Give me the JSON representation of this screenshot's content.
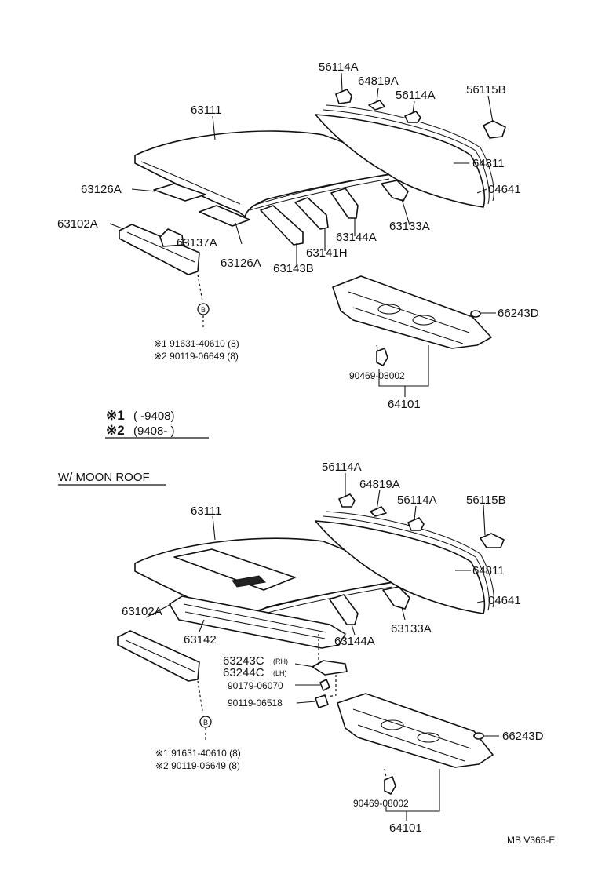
{
  "top": {
    "labels": {
      "p56114a_1": "56114A",
      "p64819a": "64819A",
      "p56114a_2": "56114A",
      "p56115b": "56115B",
      "p63111": "63111",
      "p64811": "64811",
      "p04641": "04641",
      "p63126a_1": "63126A",
      "p63102a": "63102A",
      "p63137a": "63137A",
      "p63126a_2": "63126A",
      "p63143b": "63143B",
      "p63141h": "63141H",
      "p63144a": "63144A",
      "p63133a": "63133A",
      "p66243d": "66243D",
      "p90469": "90469-08002",
      "p64101": "64101",
      "b_marker": "B"
    },
    "notes": {
      "n1": "※1 91631-40610 (8)",
      "n2": "※2 90119-06649 (8)"
    }
  },
  "legend": {
    "row1_mark": "※1",
    "row1_text": "(      -9408)",
    "row2_mark": "※2",
    "row2_text": "(9408-       )"
  },
  "bottom": {
    "heading": "W/ MOON  ROOF",
    "labels": {
      "p56114a_1": "56114A",
      "p64819a": "64819A",
      "p56114a_2": "56114A",
      "p56115b": "56115B",
      "p63111": "63111",
      "p64811": "64811",
      "p04641": "04641",
      "p63102a": "63102A",
      "p63142": "63142",
      "p63144a": "63144A",
      "p63133a": "63133A",
      "p63243c": "63243C",
      "p63243c_side": "(RH)",
      "p63244c": "63244C",
      "p63244c_side": "(LH)",
      "p90179": "90179-06070",
      "p90119": "90119-06518",
      "p66243d": "66243D",
      "p90469": "90469-08002",
      "p64101": "64101",
      "b_marker": "B"
    },
    "notes": {
      "n1": "※1  91631-40610 (8)",
      "n2": "※2  90119-06649 (8)"
    }
  },
  "footer": {
    "code": "MB  V365-E"
  }
}
